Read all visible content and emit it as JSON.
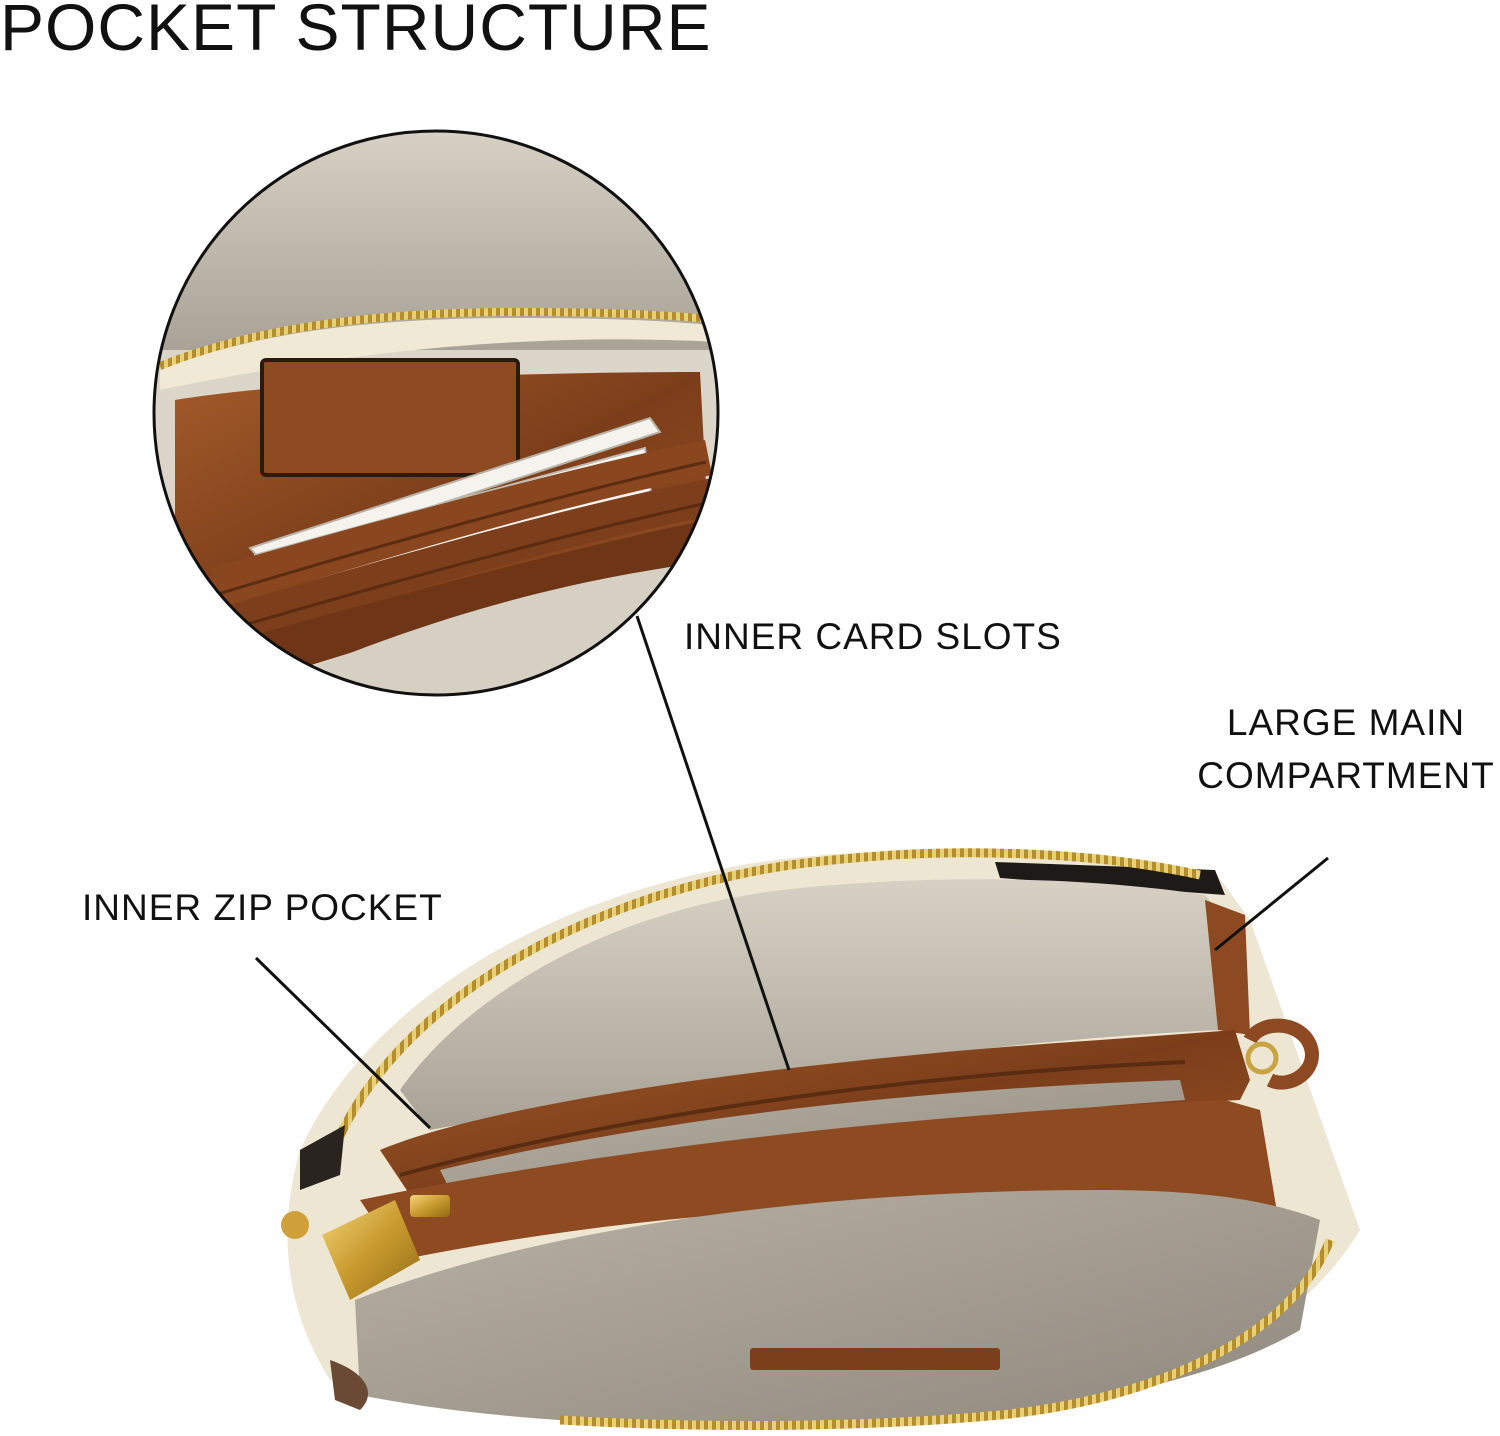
{
  "title": "POCKET STRUCTURE",
  "callouts": {
    "inner_card_slots": "INNER CARD SLOTS",
    "large_main_compartment_line1": "LARGE MAIN",
    "large_main_compartment_line2": "COMPARTMENT",
    "inner_zip_pocket": "INNER ZIP POCKET"
  },
  "colors": {
    "leather": "#8b4a22",
    "lining": "#c9c2b4",
    "cream": "#eee9d8",
    "zipper_gold": "#c9a445"
  }
}
